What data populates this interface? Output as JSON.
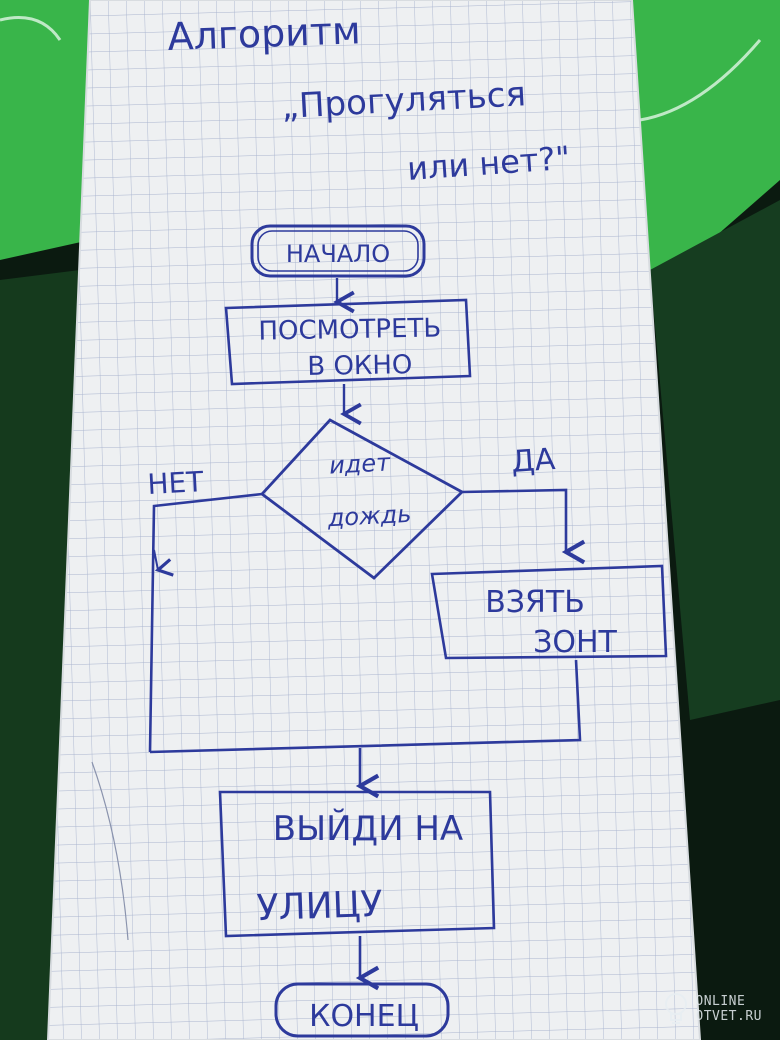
{
  "title": {
    "line1": "Алгоритм",
    "line2": "„Прогуляться",
    "line3": "или нет?\""
  },
  "nodes": {
    "start": "НАЧАЛО",
    "look": [
      "ПОСМОТРЕТЬ",
      "В ОКНО"
    ],
    "decision": [
      "идет",
      "дождь"
    ],
    "umbrella": [
      "ВЗЯТЬ",
      "ЗОНТ"
    ],
    "go_out": [
      "ВЫЙДИ НА",
      "УЛИЦУ"
    ],
    "end": "КОНЕЦ"
  },
  "edges": {
    "yes": "ДА",
    "no": "НЕТ"
  },
  "watermark": {
    "line1": "ONLINE",
    "line2": "OTVET.RU"
  },
  "colors": {
    "ink": "#2d3a9c",
    "paper": "#eef0f2",
    "grid": "#a9b4cf",
    "background_green": "#39b54a",
    "background_dark": "#0b1a10"
  }
}
